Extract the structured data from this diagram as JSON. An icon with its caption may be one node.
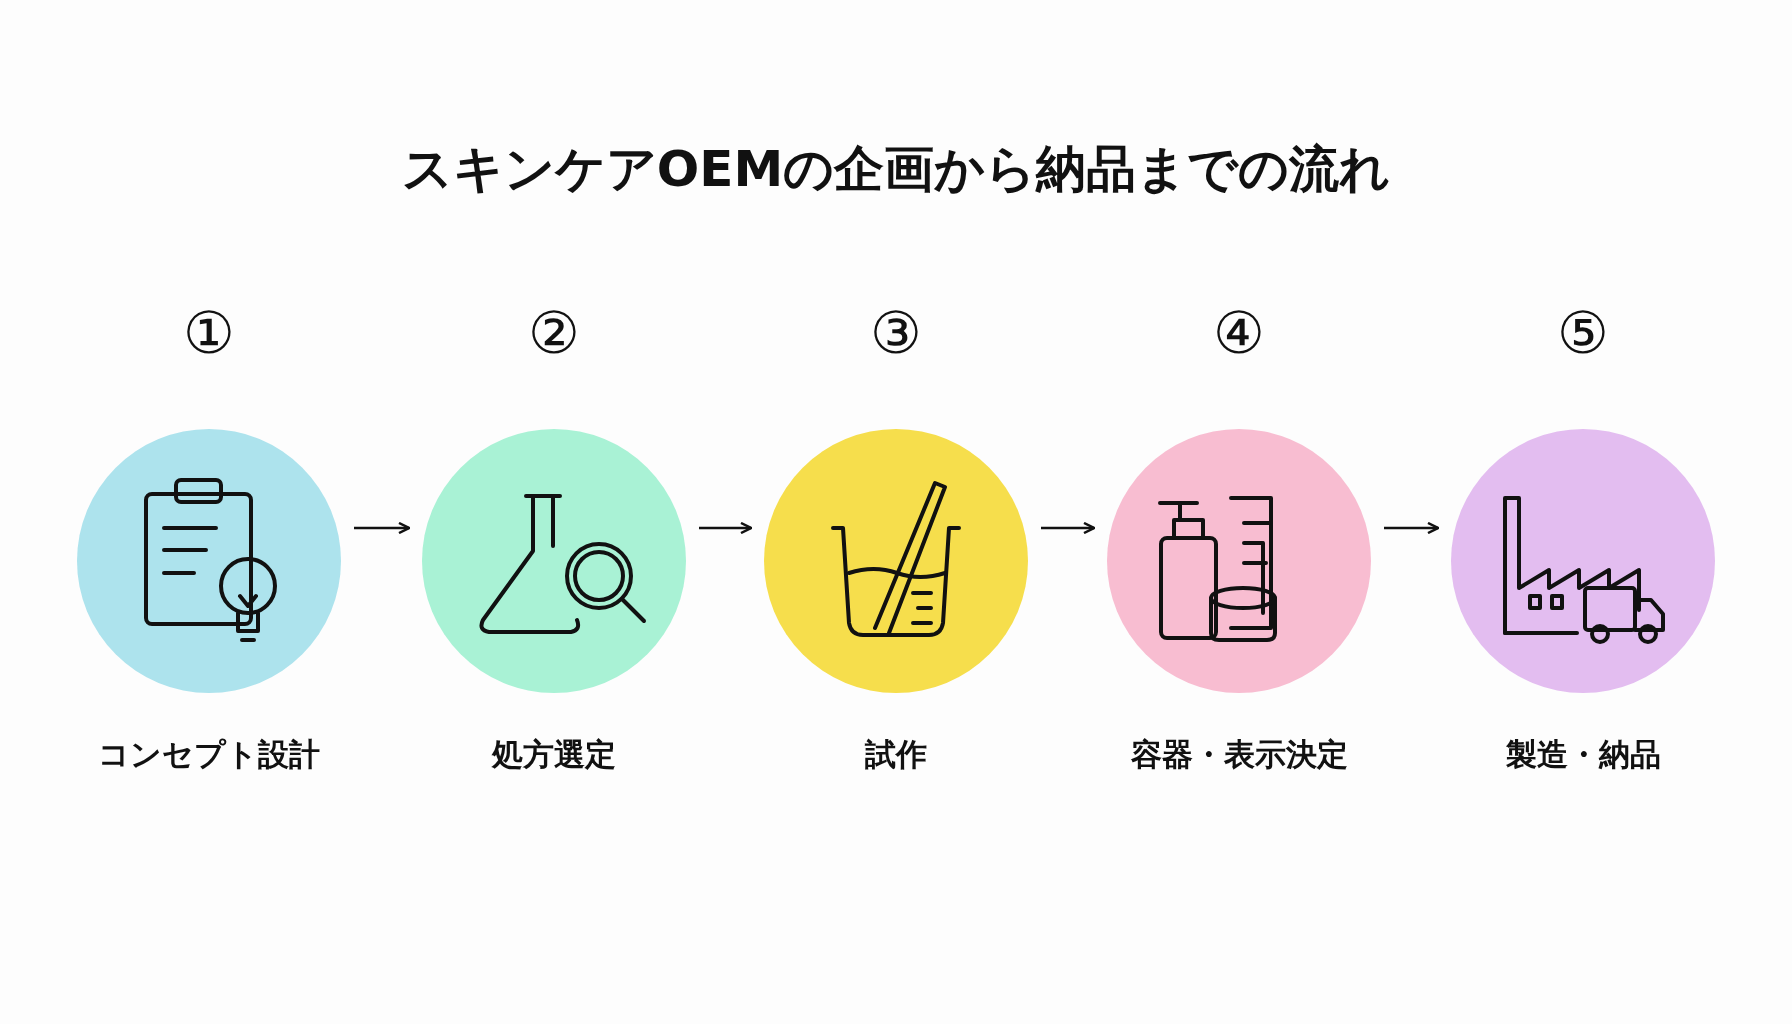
{
  "diagram": {
    "title": "スキンケアOEMの企画から納品までの流れ",
    "nodes": [
      {
        "text": [
          "①",
          "コンセプト設計"
        ]
      },
      {
        "text": [
          "②",
          "処方選定"
        ]
      },
      {
        "text": [
          "③",
          "試作"
        ]
      },
      {
        "text": [
          "④",
          "容器・表示決定"
        ]
      },
      {
        "text": [
          "⑤",
          "製造・納品"
        ]
      }
    ],
    "edges": [
      {
        "from": 0,
        "to": 1,
        "arrow": "to"
      },
      {
        "from": 1,
        "to": 2,
        "arrow": "to"
      },
      {
        "from": 2,
        "to": 3,
        "arrow": "to"
      },
      {
        "from": 3,
        "to": 4,
        "arrow": "to"
      }
    ]
  }
}
